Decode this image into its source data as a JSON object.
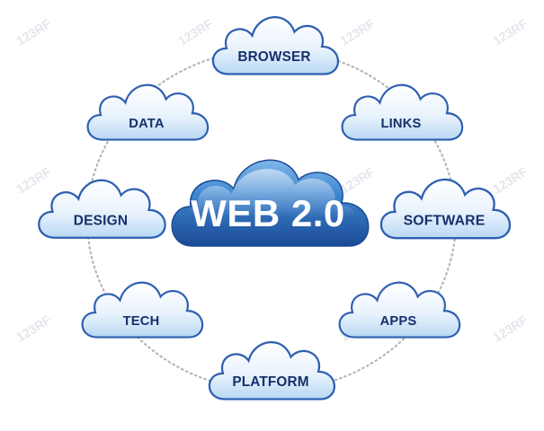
{
  "diagram": {
    "center": {
      "label": "WEB 2.0"
    },
    "nodes": [
      {
        "id": "browser",
        "label": "BROWSER"
      },
      {
        "id": "links",
        "label": "LINKS"
      },
      {
        "id": "software",
        "label": "SOFTWARE"
      },
      {
        "id": "apps",
        "label": "APPS"
      },
      {
        "id": "platform",
        "label": "PLATFORM"
      },
      {
        "id": "tech",
        "label": "TECH"
      },
      {
        "id": "design",
        "label": "DESIGN"
      },
      {
        "id": "data",
        "label": "DATA"
      }
    ]
  },
  "watermark": {
    "text": "123RF"
  },
  "colors": {
    "cloud_outline": "#2d5fb0",
    "cloud_fill_top": "#ffffff",
    "cloud_fill_bottom": "#b9d8f4",
    "center_top": "#4a8fd6",
    "center_bottom": "#1c4f9c",
    "connector": "#b5b5b5",
    "label": "#16306b"
  }
}
